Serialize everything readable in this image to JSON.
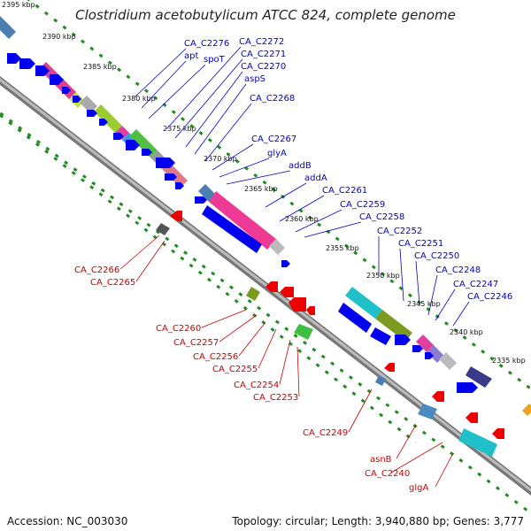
{
  "title": "Clostridium acetobutylicum ATCC 824, complete genome",
  "accession": "Accession: NC_003030",
  "topology": "Topology: circular; Length: 3,940,880 bp; Genes: 3,777",
  "colors": {
    "backbone": "#888888",
    "forward_arrow": "#0000ee",
    "reverse_arrow": "#ee0000",
    "tick": "#228b22",
    "label_forward": "#0000cc",
    "label_reverse": "#cc0000"
  },
  "scale_labels": [
    "2395 kbp",
    "2390 kbp",
    "2385 kbp",
    "2380 kbp",
    "2375 kbp",
    "2370 kbp",
    "2365 kbp",
    "2360 kbp",
    "2355 kbp",
    "2350 kbp",
    "2345 kbp",
    "2340 kbp",
    "2335 kbp"
  ],
  "forward_genes": [
    "CA_C2276",
    "apt",
    "spoT",
    "CA_C2272",
    "CA_C2271",
    "CA_C2270",
    "aspS",
    "CA_C2268",
    "CA_C2267",
    "glyA",
    "addB",
    "addA",
    "CA_C2261",
    "CA_C2259",
    "CA_C2258",
    "CA_C2252",
    "CA_C2251",
    "CA_C2250",
    "CA_C2248",
    "CA_C2247",
    "CA_C2246"
  ],
  "reverse_genes": [
    "CA_C2266",
    "CA_C2265",
    "CA_C2260",
    "CA_C2257",
    "CA_C2256",
    "CA_C2255",
    "CA_C2254",
    "CA_C2253",
    "CA_C2249",
    "asnB",
    "CA_C2240",
    "glgA"
  ]
}
